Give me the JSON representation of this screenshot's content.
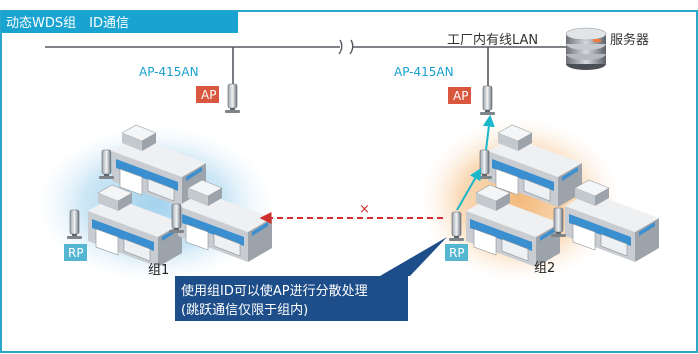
{
  "title": "动态WDS组　ID通信",
  "lan_label": "工厂内有线LAN",
  "server_label": "服务器",
  "ap_model_left": "AP-415AN",
  "ap_model_right": "AP-415AN",
  "ap_badge": "AP",
  "rp_badge": "RP",
  "group1_label": "组1",
  "group2_label": "组2",
  "blocked_mark": "×",
  "callout": {
    "line1": "使用组ID可以使AP进行分散处理",
    "line2": "(跳跃通信仅限于组内)"
  },
  "colors": {
    "frame": "#2aa6c8",
    "title_bg": "#19a3d0",
    "ap_badge": "#d9573f",
    "rp_badge": "#55b6d2",
    "wireless_link": "#19b7c9",
    "blocked_link": "#d12f2f",
    "callout_bg": "#1d4e89",
    "group1_glow": "#a9d6ee",
    "group2_glow": "#f6c28f"
  }
}
